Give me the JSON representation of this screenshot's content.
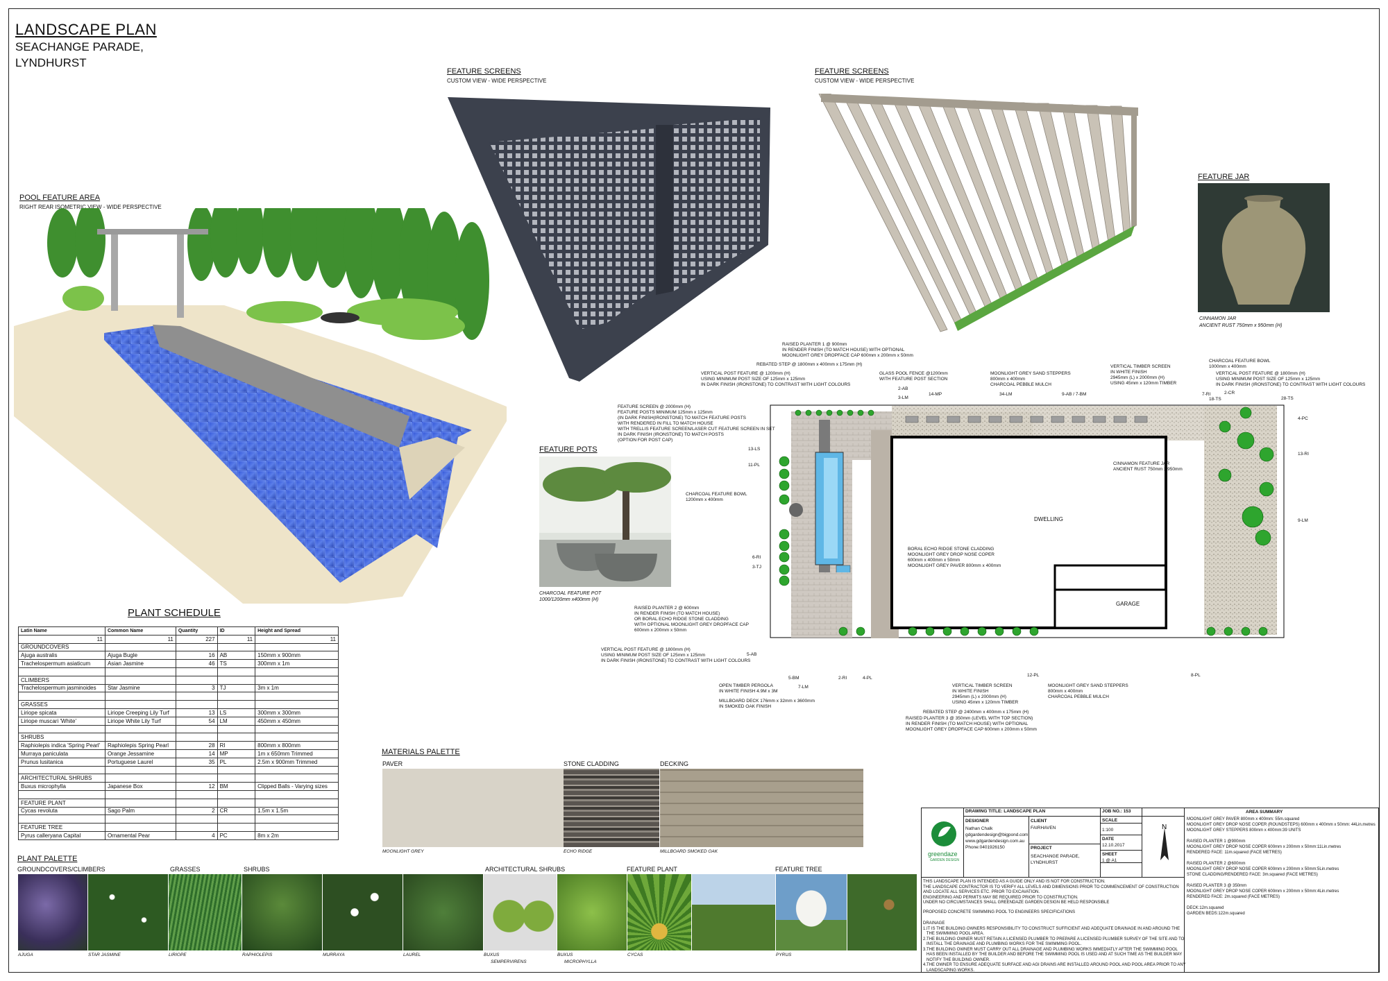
{
  "header": {
    "title": "LANDSCAPE PLAN",
    "subtitle_1": "SEACHANGE PARADE,",
    "subtitle_2": "LYNDHURST"
  },
  "views": {
    "pool": {
      "title": "POOL FEATURE AREA",
      "sub": "RIGHT REAR ISOMETRIC VIEW - WIDE PERSPECTIVE"
    },
    "screen1": {
      "title": "FEATURE SCREENS",
      "sub": "CUSTOM VIEW - WIDE PERSPECTIVE"
    },
    "screen2": {
      "title": "FEATURE SCREENS",
      "sub": "CUSTOM VIEW - WIDE PERSPECTIVE"
    },
    "jar": {
      "title": "FEATURE JAR",
      "caption1": "CINNAMON JAR",
      "caption2": "ANCIENT RUST 750mm x 950mm (H)"
    },
    "pots": {
      "title": "FEATURE POTS",
      "caption1": "CHARCOAL FEATURE POT",
      "caption2": "1000/1200mm x400mm (H)"
    }
  },
  "schedule": {
    "title": "PLANT SCHEDULE",
    "headers": [
      "Latin Name",
      "Common Name",
      "Quantity",
      "ID",
      "Height and Spread"
    ],
    "counts": [
      "11",
      "11",
      "227",
      "11",
      "11"
    ],
    "rows": [
      [
        "GROUNDCOVERS",
        "",
        "",
        "",
        ""
      ],
      [
        "Ajuga australis",
        "Ajuga Bugle",
        "16",
        "AB",
        "150mm x 900mm"
      ],
      [
        "Trachelospermum asiaticum",
        "Asian Jasmine",
        "46",
        "TS",
        "300mm x 1m"
      ],
      [
        "",
        "",
        "",
        "",
        ""
      ],
      [
        "CLIMBERS",
        "",
        "",
        "",
        ""
      ],
      [
        "Trachelospermum jasminoides",
        "Star Jasmine",
        "3",
        "TJ",
        "3m x 1m"
      ],
      [
        "",
        "",
        "",
        "",
        ""
      ],
      [
        "GRASSES",
        "",
        "",
        "",
        ""
      ],
      [
        "Liriope spicata",
        "Liriope Creeping Lily Turf",
        "13",
        "LS",
        "300mm x 300mm"
      ],
      [
        "Liriope muscari 'White'",
        "Liriope White Lily Turf",
        "54",
        "LM",
        "450mm x 450mm"
      ],
      [
        "",
        "",
        "",
        "",
        ""
      ],
      [
        "SHRUBS",
        "",
        "",
        "",
        ""
      ],
      [
        "Raphiolepis indica 'Spring Pearl'",
        "Raphiolepis Spring Pearl",
        "28",
        "RI",
        "800mm x 800mm"
      ],
      [
        "Murraya paniculata",
        "Orange Jessamine",
        "14",
        "MP",
        "1m x 650mm Trimmed"
      ],
      [
        "Prunus lusitanica",
        "Portuguese Laurel",
        "35",
        "PL",
        "2.5m x 900mm Trimmed"
      ],
      [
        "",
        "",
        "",
        "",
        ""
      ],
      [
        "ARCHITECTURAL SHRUBS",
        "",
        "",
        "",
        ""
      ],
      [
        "Buxus microphylla",
        "Japanese Box",
        "12",
        "BM",
        "Clipped Balls - Varying sizes"
      ],
      [
        "",
        "",
        "",
        "",
        ""
      ],
      [
        "FEATURE PLANT",
        "",
        "",
        "",
        ""
      ],
      [
        "Cycas revoluta",
        "Sago Palm",
        "2",
        "CR",
        "1.5m x 1.5m"
      ],
      [
        "",
        "",
        "",
        "",
        ""
      ],
      [
        "FEATURE TREE",
        "",
        "",
        "",
        ""
      ],
      [
        "Pyrus calleryana Capital",
        "Ornamental Pear",
        "4",
        "PC",
        "8m x 2m"
      ]
    ]
  },
  "palette": {
    "title": "PLANT PALETTE",
    "groups": [
      "GROUNDCOVERS/CLIMBERS",
      "GRASSES",
      "SHRUBS",
      "ARCHITECTURAL SHRUBS",
      "FEATURE PLANT",
      "FEATURE TREE"
    ],
    "captions": [
      "AJUGA",
      "STAR JASMINE",
      "LIRIOPE",
      "RAPHIOLEPIS",
      "MURRAYA",
      "LAUREL",
      "BUXUS",
      "SEMPERVIRENS",
      "BUXUS",
      "MICROPHYLLA",
      "CYCAS",
      "PYRUS"
    ]
  },
  "materials": {
    "title": "MATERIALS PALETTE",
    "items": [
      {
        "head": "PAVER",
        "caption": "MOONLIGHT GREY"
      },
      {
        "head": "STONE CLADDING",
        "caption": "ECHO RIDGE"
      },
      {
        "head": "DECKING",
        "caption": "MILLBOARD SMOKED OAK"
      }
    ]
  },
  "plan": {
    "dwelling": "DWELLING",
    "garage": "GARAGE",
    "notes": {
      "n1": "RAISED PLANTER 1 @ 900mm\nIN RENDER FINISH (TO MATCH HOUSE) WITH OPTIONAL\nMOONLIGHT GREY DROPFACE CAP 600mm x 200mm x 50mm",
      "n2": "REBATED STEP @ 1800mm x 400mm x 175mm (H)",
      "n3": "VERTICAL POST FEATURE @ 1200mm (H)\nUSING MINIMUM POST SIZE OF 125mm x 125mm\nIN DARK FINISH (IRONSTONE) TO CONTRAST WITH LIGHT COLOURS",
      "n4": "GLASS POOL FENCE @1200mm\nWITH FEATURE POST SECTION",
      "n5": "MOONLIGHT GREY SAND STEPPERS\n800mm x 400mm\nCHARCOAL PEBBLE MULCH",
      "n6": "VERTICAL TIMBER SCREEN\nIN WHITE FINISH\n2945mm (L) x 2000mm (H)\nUSING 45mm x 120mm TIMBER",
      "n7": "CHARCOAL FEATURE BOWL\n1000mm x 400mm",
      "n8": "VERTICAL POST FEATURE @ 1800mm (H)\nUSING MINIMUM POST SIZE OF 125mm x 125mm\nIN DARK FINISH (IRONSTONE) TO CONTRAST WITH LIGHT COLOURS",
      "n9": "FEATURE SCREEN @ 2000mm (H)\nFEATURE POSTS MINIMUM 125mm x 125mm\n(IN DARK FINISH(IRONSTONE) TO MATCH FEATURE POSTS\nWITH RENDERED IN FILL TO MATCH HOUSE\nWITH TRELLIS FEATURE SCREEN/LASER CUT FEATURE SCREEN IN SET\nIN DARK FINISH (IRONSTONE) TO MATCH POSTS\n(OPTION FOR POST CAP)",
      "n10": "CHARCOAL FEATURE BOWL\n1200mm x 400mm",
      "n11": "CINNAMON FEATURE JAR\nANCIENT RUST 750mm x 950mm",
      "n12": "BORAL ECHO RIDGE STONE CLADDING\nMOONLIGHT GREY DROP NOSE COPER\n600mm x 400mm x 50mm\nMOONLIGHT GREY PAVER 800mm x 400mm",
      "n13": "RAISED PLANTER 2 @ 600mm\nIN RENDER FINISH (TO MATCH HOUSE)\nOR BORAL ECHO RIDGE STONE CLADDING\nWITH OPTIONAL MOONLIGHT GREY DROPFACE CAP\n600mm x 200mm x 50mm",
      "n14": "VERTICAL POST FEATURE @ 1800mm (H)\nUSING MINIMUM POST SIZE OF 125mm x 125mm\nIN DARK FINISH (IRONSTONE) TO CONTRAST WITH LIGHT COLOURS",
      "n15": "OPEN TIMBER PERGOLA\nIN WHITE FINISH 4.9M x 3M",
      "n16": "MILLBOARD DECK 176mm x 32mm x 3600mm\nIN SMOKED OAK FINISH",
      "n17": "VERTICAL TIMBER SCREEN\nIN WHITE FINISH\n2945mm (L) x 2000mm (H)\nUSING 45mm x 120mm TIMBER",
      "n18": "MOONLIGHT GREY SAND STEPPERS\n800mm x 400mm\nCHARCOAL PEBBLE MULCH",
      "n19": "REBATED STEP @ 2400mm x 400mm x 175mm (H)",
      "n20": "RAISED PLANTER 3 @ 350mm (LEVEL WITH TOP SECTION)\nIN RENDER FINISH (TO MATCH HOUSE) WITH OPTIONAL\nMOONLIGHT GREY DROPFACE CAP 600mm x 200mm x 50mm"
    },
    "tags": [
      "2-AB",
      "3-LM",
      "14-MP",
      "34-LM",
      "9-AB / 7-BM",
      "7-RI",
      "18-TS",
      "2-CR",
      "28-TS",
      "4-PC",
      "13-RI",
      "9-LM",
      "13-LS",
      "11-PL",
      "6-RI",
      "3-TJ",
      "5-AB",
      "5-BM",
      "7-LM",
      "2-RI",
      "4-PL",
      "12-PL",
      "8-PL"
    ]
  },
  "titleblock": {
    "drawing_title": "DRAWING TITLE: LANDSCAPE PLAN",
    "job_no": "JOB NO.: 153",
    "designer_h": "DESIGNER",
    "designer": "Nathan Chalk\ngdgardendesign@bigpond.com\nwww.gdgardendesign.com.au\nPhone:0401926150",
    "client_h": "CLIENT",
    "client": "FAIRHAVEN",
    "project_h": "PROJECT",
    "project": "SEACHANGE PARADE,\nLYNDHURST",
    "scale_h": "SCALE",
    "scale": "1:100",
    "date_h": "DATE",
    "date": "12.10.2017",
    "sheet_h": "SHEET",
    "sheet": "1 @ A1",
    "logo": "greendaze",
    "logo_sub": "GARDEN DESIGN",
    "disclaimer": "THIS LANDSCAPE PLAN IS INTENDED AS A GUIDE ONLY AND IS NOT FOR CONSTRUCTION.\nTHE LANDSCAPE CONTRACTOR IS TO VERIFY ALL LEVELS AND DIMENSIONS PRIOR TO COMMENCEMENT OF CONSTRUCTION\nAND LOCATE ALL SERVICES ETC. PRIOR TO EXCAVATION.\nENGINEERING AND PERMITS MAY BE REQUIRED PRIOR TO CONSTRUCTION.\nUNDER NO CIRCUMSTANCES SHALL GREENDAZE GARDEN DESIGN BE HELD RESPONSIBLE",
    "pool_spec": "PROPOSED CONCRETE SWIMMING POOL TO ENGINEERS SPECIFICATIONS",
    "drainage": "DRAINAGE\n1.IT IS THE BUILDING OWNERS RESPONSIBILITY TO CONSTRUCT SUFFICIENT AND ADEQUATE DRAINAGE IN AND AROUND THE\n   THE SWIMMING POOL AREA.\n2.THE BUILDING OWNER MUST RETAIN A LICENSED PLUMBER TO PREPARE A LICENSED PLUMBER SURVEY OF THE SITE AND TO\n   INSTALL THE DRAINAGE AND PLUMBING WORKS FOR THE SWIMMING POOL.\n3.THE BUILDING OWNER MUST CARRY OUT ALL DRAINAGE AND PLUMBING WORKS IMMEDIATLY AFTER THE SWIMMING POOL\n   HAS BEEN INSTALLED BY THE BUILDER AND BEFORE THE SWIMMING POOL IS USED AND AT SUCH TIME AS THE BUILDER MAY\n   NOTIFY THE BUILDING OWNER.\n4.THE OWNER TO ENSURE ADEQUATE SURFACE AND AGI DRAINS ARE INSTALLED AROUND POOL AND POOL AREA PRIOR TO ANY\n   LANDSCAPING WORKS.",
    "area_h": "AREA SUMMARY",
    "area": "MOONLIGHT GREY PAVER 800mm x 400mm: 55m.squared\nMOONLIGHT GREY DROP NOSE COPER (ROUNDSTEPS) 600mm x 400mm x 50mm: 44Lin.metres\nMOONLIGHT GREY STEPPERS 800mm x 400mm:39 UNITS\n\nRAISED PLANTER 1 @900mm\nMOONLIGHT GREY DROP NOSE COPER 600mm x 200mm x 50mm:11Lin.metres\nRENDERED FACE: 11m.squared (FACE METRES)\n\nRAISED PLANTER 2 @600mm\nMOONLIGHT GREY DROP NOSE COPER 600mm x 200mm x 50mm:5Lin.metres\nSTONE CLADDING/RENDERED FACE: 3m.squared (FACE METRES)\n\nRAISED PLANTER 3 @ 350mm\nMOONLIGHT GREY DROP NOSE COPER 600mm x 200mm x 50mm:4Lin.metres\nRENDERED FACE: 2m.squared (FACE METRES)\n\nDECK:12m.squared\nGARDEN BEDS:122m.squared"
  }
}
